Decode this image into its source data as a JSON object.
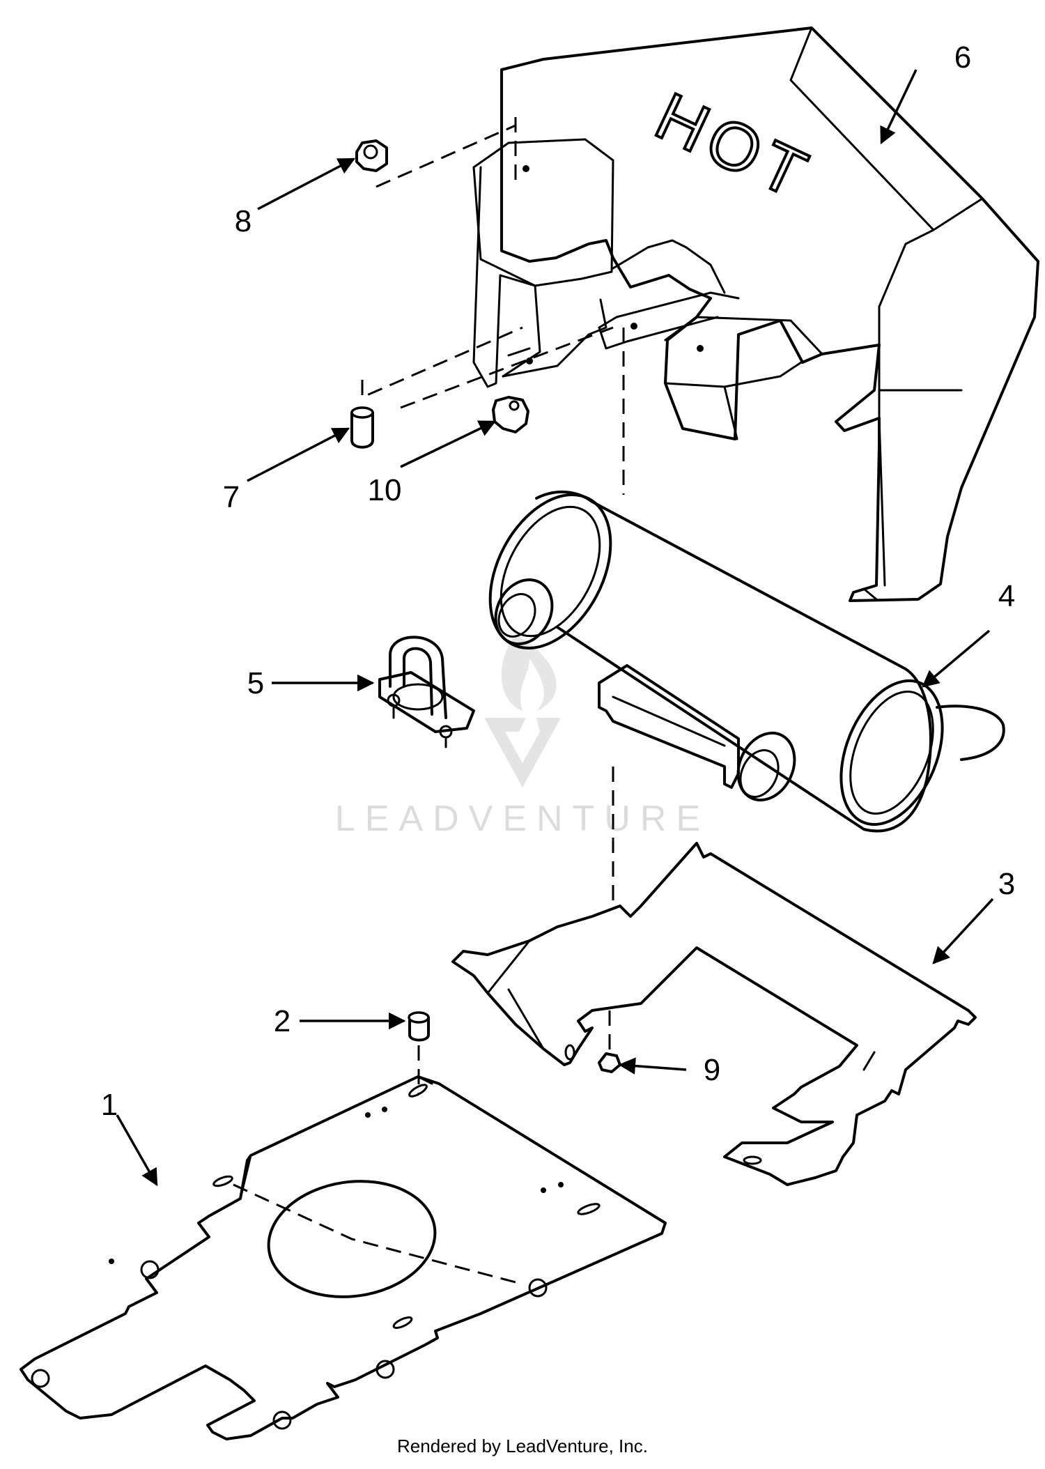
{
  "callouts": [
    {
      "id": "1",
      "label": "1"
    },
    {
      "id": "2",
      "label": "2"
    },
    {
      "id": "3",
      "label": "3"
    },
    {
      "id": "4",
      "label": "4"
    },
    {
      "id": "5",
      "label": "5"
    },
    {
      "id": "6",
      "label": "6"
    },
    {
      "id": "7",
      "label": "7"
    },
    {
      "id": "8",
      "label": "8"
    },
    {
      "id": "9",
      "label": "9"
    },
    {
      "id": "10",
      "label": "10"
    }
  ],
  "shield_text": "HOT",
  "watermark": "LEADVENTURE",
  "footer": "Rendered by LeadVenture, Inc."
}
